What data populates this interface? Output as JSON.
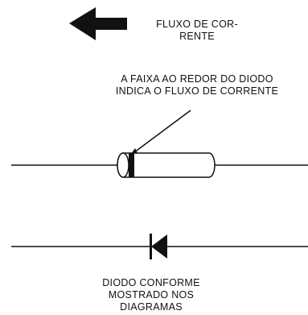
{
  "current_flow": {
    "line1": "FLUXO DE COR-",
    "line2": "RENTE"
  },
  "band_note": {
    "line1": "A FAIXA AO REDOR DO DIODO",
    "line2": "INDICA O FLUXO DE CORRENTE"
  },
  "symbol_caption": {
    "line1": "DIODO CONFORME",
    "line2": "MOSTRADO NOS",
    "line3": "DIAGRAMAS"
  },
  "colors": {
    "ink": "#111111",
    "paper": "#ffffff"
  },
  "icons": [
    "left-arrow-icon",
    "diode-component-icon",
    "diode-symbol-icon"
  ]
}
